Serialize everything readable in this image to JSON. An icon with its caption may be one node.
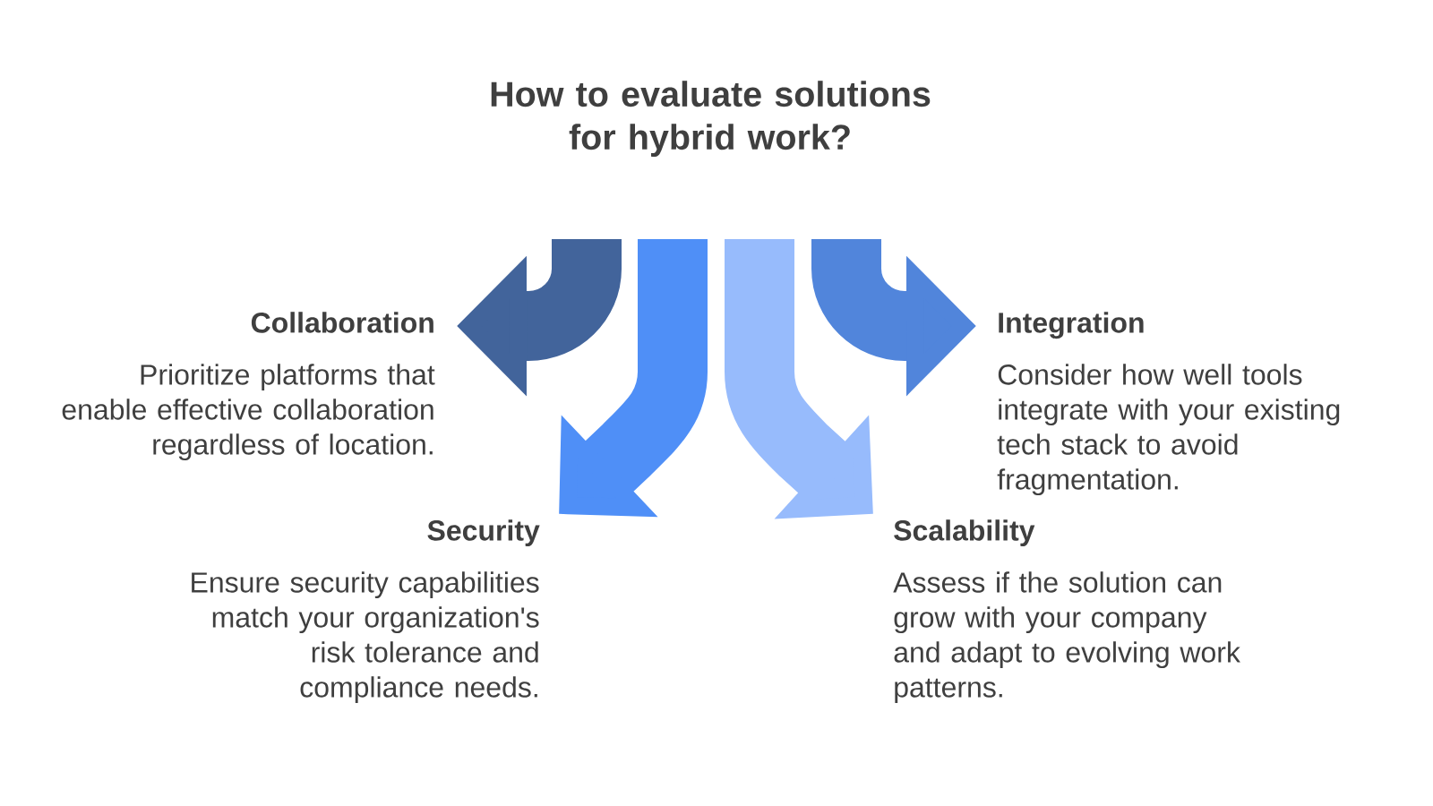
{
  "diagram": {
    "title": "How to evaluate solutions for hybrid work?",
    "nodes": [
      {
        "text": [
          "Collaboration",
          "Prioritize platforms that enable effective collaboration regardless of location."
        ]
      },
      {
        "text": [
          "Integration",
          "Consider how well tools integrate with your existing tech stack to avoid fragmentation."
        ]
      },
      {
        "text": [
          "Security",
          "Ensure security capabilities match your organization's risk tolerance and compliance needs."
        ]
      },
      {
        "text": [
          "Scalability",
          "Assess if the solution can grow with your company and adapt to evolving work patterns."
        ]
      }
    ],
    "edges": [
      {
        "from": null,
        "to": 0,
        "arrow": "to",
        "color": "#42649b"
      },
      {
        "from": null,
        "to": 2,
        "arrow": "to",
        "color": "#4f8ff7"
      },
      {
        "from": null,
        "to": 3,
        "arrow": "to",
        "color": "#97bbfc"
      },
      {
        "from": null,
        "to": 1,
        "arrow": "to",
        "color": "#5185db"
      }
    ]
  }
}
